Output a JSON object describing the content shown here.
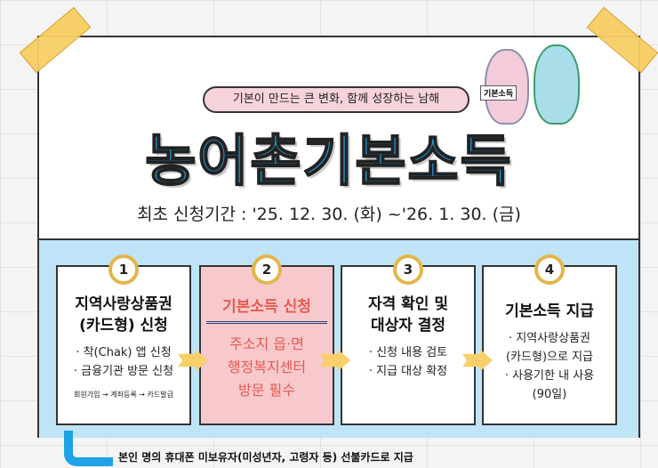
{
  "header": {
    "slogan": "기본이 만드는 큰 변화, 함께 성장하는 남해",
    "title": "농어촌기본소득",
    "period": "최초 신청기간 : '25. 12. 30. (화) ~'26. 1. 30. (금)",
    "mascot_sign": "기본소득"
  },
  "steps": [
    {
      "num": "1",
      "title1": "지역사랑상품권",
      "title2": "(카드형) 신청",
      "lines": [
        "· 착(Chak) 앱 신청",
        "· 금융기관 방문 신청"
      ],
      "small": "회원가입 → 계좌등록 → 카드발급"
    },
    {
      "num": "2",
      "title1": "기본소득 신청",
      "lines": [
        "주소지 읍·면",
        "행정복지센터",
        "방문 필수"
      ]
    },
    {
      "num": "3",
      "title1": "자격 확인 및",
      "title2": "대상자 결정",
      "lines": [
        "· 신청 내용 검토",
        "· 지급 대상 확정"
      ]
    },
    {
      "num": "4",
      "title1": "기본소득 지급",
      "lines": [
        "· 지역사랑상품권",
        "(카드형)으로 지급",
        "· 사용기한 내 사용",
        "(90일)"
      ]
    }
  ],
  "note": "본인 명의 휴대폰 미보유자(미성년자, 고령자 등) 선불카드로 지급",
  "colors": {
    "title": "#1ea3e6",
    "lower_bg": "#bfe4f7",
    "pink": "#f7c9cc",
    "accent": "#e85a4f"
  }
}
